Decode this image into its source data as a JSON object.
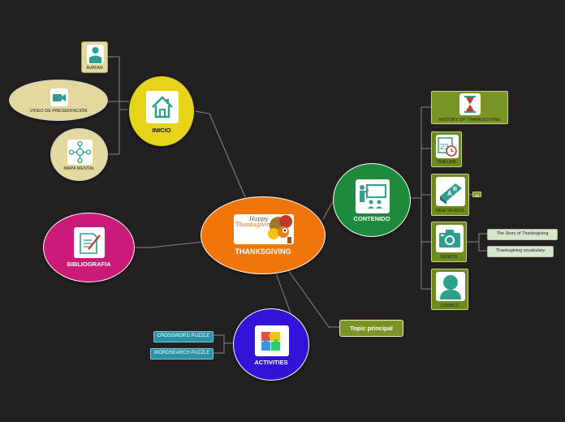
{
  "colors": {
    "background": "#232021",
    "central": "#f0760b",
    "inicio": "#e6d41b",
    "contenido": "#1d8a3c",
    "bibliografia": "#cc1a78",
    "activities": "#3313d8",
    "cream": "#e3d89e",
    "green_tile": "#6f8b1d",
    "teal_tag": "#2a91a6"
  },
  "central": {
    "title": "THANKSGIVING",
    "badge_top": "Happy",
    "badge_bottom": "Thanksgiving",
    "icon": "turkey-icon"
  },
  "inicio": {
    "label": "INICIO",
    "icon": "home-icon",
    "children": [
      {
        "label": "AVATAR",
        "icon": "person-icon"
      },
      {
        "label": "VIDEO DE PRESENTACIÓN",
        "icon": "video-camera-icon"
      },
      {
        "label": "MAPA MENTAL",
        "icon": "mind-map-icon"
      }
    ]
  },
  "contenido": {
    "label": "CONTENIDO",
    "icon": "teacher-board-icon",
    "children": [
      {
        "label": "HISTORY OF THANKSGIVING",
        "icon": "hourglass-icon"
      },
      {
        "label": "TIMELINE",
        "icon": "calendar-clock-icon"
      },
      {
        "label": "NEW WORDS",
        "icon": "dictionary-icon",
        "badge": "10"
      },
      {
        "label": "VIDEOS",
        "icon": "photo-camera-icon",
        "notes": [
          "The Story of Thanksgiving",
          "Thanksgiving vocabulary"
        ]
      },
      {
        "label": "COMICS",
        "icon": "person-bust-icon"
      }
    ]
  },
  "bibliografia": {
    "label": "BIBLIOGRAFIA",
    "icon": "document-pen-icon"
  },
  "activities": {
    "label": "ACTIVITIES",
    "icon": "puzzle-icon",
    "children": [
      "CROSSWORD PUZZLE",
      "WORDSEARCH PUZZLE"
    ]
  },
  "topic": {
    "label": "Topic principal"
  }
}
